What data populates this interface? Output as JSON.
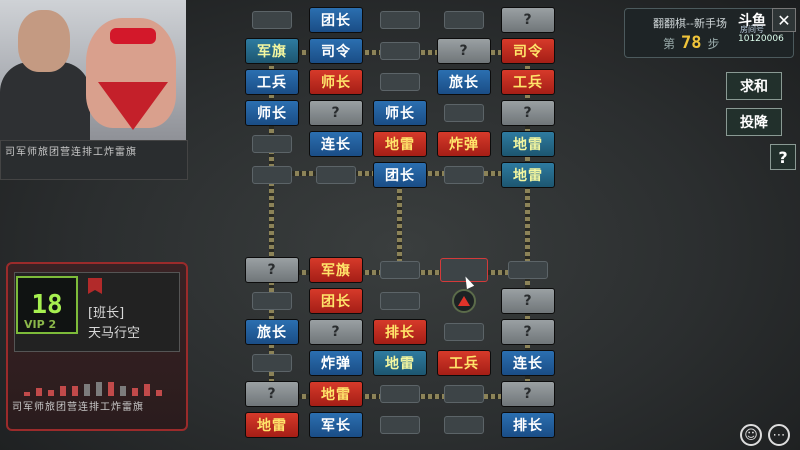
{
  "webcam": {
    "rank_strip_top": "司军师旅团营连排工炸雷旗"
  },
  "player": {
    "level": "18",
    "vip": "VIP 2",
    "rank": "[班长]",
    "name": "天马行空",
    "rank_strip": "司军师旅团营连排工炸雷旗"
  },
  "game": {
    "title": "翻翻棋--新手场",
    "step_prefix": "第",
    "step_value": "78",
    "step_suffix": "步",
    "logo": "斗鱼",
    "room_label": "房间号",
    "room_id": "10120006",
    "close_label": "✕"
  },
  "buttons": {
    "draw": "求和",
    "surrender": "投降",
    "help": "?",
    "emoji": "☺",
    "more": "⋯"
  },
  "colors": {
    "red_piece": "#d63a2a",
    "blue_piece": "#2b6fb0",
    "hidden_piece": "#9aa0a3"
  },
  "board": {
    "rows": [
      [
        {
          "t": "s"
        },
        {
          "t": "blue",
          "l": "团长"
        },
        {
          "t": "s"
        },
        {
          "t": "s"
        },
        {
          "t": "gray",
          "l": "?"
        }
      ],
      [
        {
          "t": "green",
          "l": "军旗"
        },
        {
          "t": "blue",
          "l": "司令"
        },
        {
          "t": "s"
        },
        {
          "t": "gray",
          "l": "?"
        },
        {
          "t": "red",
          "l": "司令"
        }
      ],
      [
        {
          "t": "blue",
          "l": "工兵"
        },
        {
          "t": "red",
          "l": "师长"
        },
        {
          "t": "s"
        },
        {
          "t": "blue",
          "l": "旅长"
        },
        {
          "t": "red",
          "l": "工兵"
        }
      ],
      [
        {
          "t": "blue",
          "l": "师长"
        },
        {
          "t": "gray",
          "l": "?"
        },
        {
          "t": "blue",
          "l": "师长"
        },
        {
          "t": "s"
        },
        {
          "t": "gray",
          "l": "?"
        }
      ],
      [
        {
          "t": "s"
        },
        {
          "t": "blue",
          "l": "连长"
        },
        {
          "t": "red",
          "l": "地雷"
        },
        {
          "t": "red",
          "l": "炸弹"
        },
        {
          "t": "green",
          "l": "地雷"
        }
      ],
      [
        {
          "t": "s"
        },
        {
          "t": "s"
        },
        {
          "t": "blue",
          "l": "团长"
        },
        {
          "t": "s"
        },
        {
          "t": "green",
          "l": "地雷"
        }
      ],
      [
        {
          "t": "gray",
          "l": "?"
        },
        {
          "t": "red",
          "l": "军旗"
        },
        {
          "t": "s"
        },
        {
          "t": "hl"
        },
        {
          "t": "s"
        }
      ],
      [
        {
          "t": "s"
        },
        {
          "t": "red",
          "l": "团长"
        },
        {
          "t": "s"
        },
        {
          "t": "arrow"
        },
        {
          "t": "gray",
          "l": "?"
        }
      ],
      [
        {
          "t": "blue",
          "l": "旅长"
        },
        {
          "t": "gray",
          "l": "?"
        },
        {
          "t": "red",
          "l": "排长"
        },
        {
          "t": "s"
        },
        {
          "t": "gray",
          "l": "?"
        }
      ],
      [
        {
          "t": "s"
        },
        {
          "t": "blue",
          "l": "炸弹"
        },
        {
          "t": "green",
          "l": "地雷"
        },
        {
          "t": "red",
          "l": "工兵"
        },
        {
          "t": "blue",
          "l": "连长"
        }
      ],
      [
        {
          "t": "gray",
          "l": "?"
        },
        {
          "t": "red",
          "l": "地雷"
        },
        {
          "t": "s"
        },
        {
          "t": "s"
        },
        {
          "t": "gray",
          "l": "?"
        }
      ],
      [
        {
          "t": "red",
          "l": "地雷"
        },
        {
          "t": "blue",
          "l": "军长"
        },
        {
          "t": "s"
        },
        {
          "t": "s"
        },
        {
          "t": "blue",
          "l": "排长"
        }
      ]
    ]
  }
}
